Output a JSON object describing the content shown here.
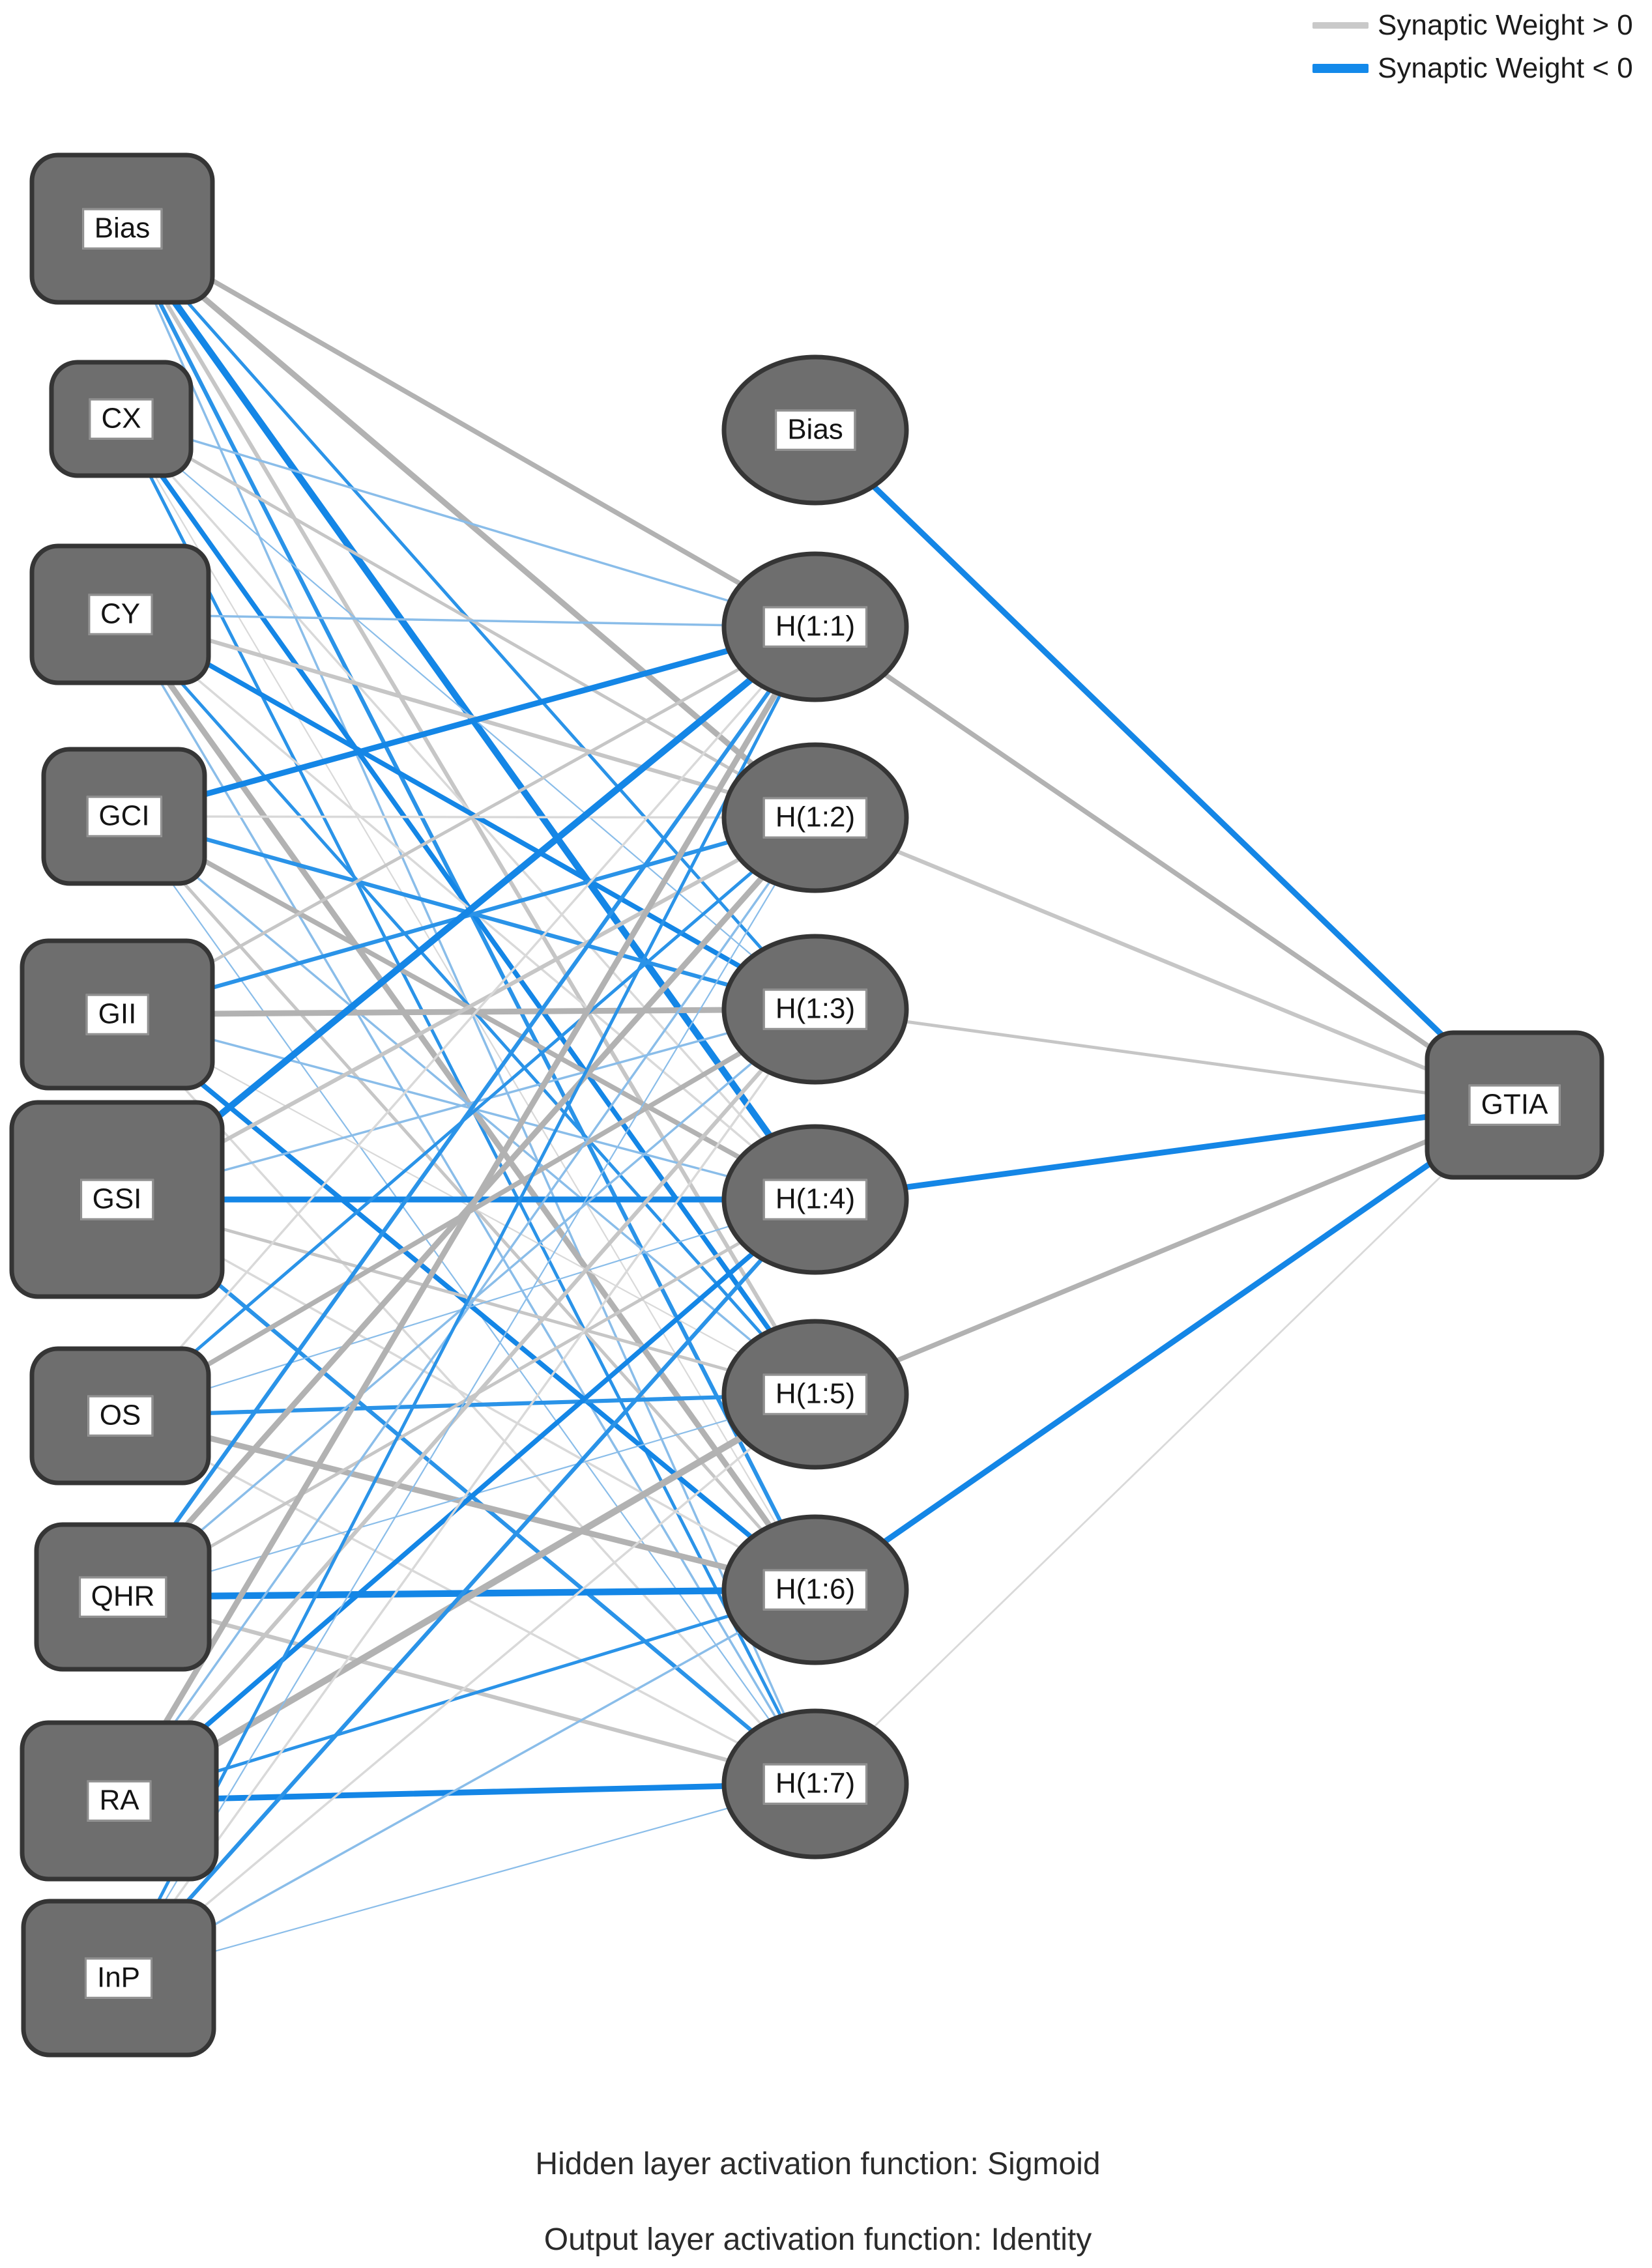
{
  "legend": {
    "items": [
      {
        "label": "Synaptic Weight > 0",
        "color": "#c9c9c9"
      },
      {
        "label": "Synaptic Weight < 0",
        "color": "#1389ea"
      }
    ]
  },
  "network": {
    "input_nodes": [
      "Bias",
      "CX",
      "CY",
      "GCI",
      "GII",
      "GSI",
      "OS",
      "QHR",
      "RA",
      "InP"
    ],
    "hidden_nodes": [
      "Bias",
      "H(1:1)",
      "H(1:2)",
      "H(1:3)",
      "H(1:4)",
      "H(1:5)",
      "H(1:6)",
      "H(1:7)"
    ],
    "output_nodes": [
      "GTIA"
    ],
    "input_to_hidden_weights": [
      [
        5,
        6,
        -3,
        -7,
        4,
        -4,
        -2
      ],
      [
        -2,
        3,
        -1,
        2,
        -5,
        1,
        -3
      ],
      [
        -2,
        4,
        -5,
        2,
        -3,
        6,
        -2
      ],
      [
        -6,
        2,
        -4,
        5,
        -2,
        3,
        -1
      ],
      [
        3,
        -4,
        6,
        -2,
        1,
        -5,
        2
      ],
      [
        -7,
        4,
        -2,
        -6,
        3,
        2,
        -4
      ],
      [
        2,
        -3,
        5,
        -1,
        -4,
        6,
        2
      ],
      [
        -4,
        6,
        -2,
        3,
        -1,
        -7,
        4
      ],
      [
        6,
        -2,
        4,
        -5,
        7,
        -3,
        -6
      ],
      [
        -3,
        -1,
        2,
        -4,
        2,
        -2,
        -1
      ]
    ],
    "hidden_to_output_weights": [
      -6,
      5,
      4,
      3,
      -6,
      5,
      -6,
      1.5
    ]
  },
  "colors": {
    "positive_weight": "#c9c9c9",
    "negative_weight": "#1389ea",
    "node_fill": "#6e6e6e",
    "node_border": "#353535",
    "background": "#ffffff"
  },
  "footer": {
    "line1": "Hidden layer activation function: Sigmoid",
    "line2": "Output layer activation function: Identity"
  }
}
